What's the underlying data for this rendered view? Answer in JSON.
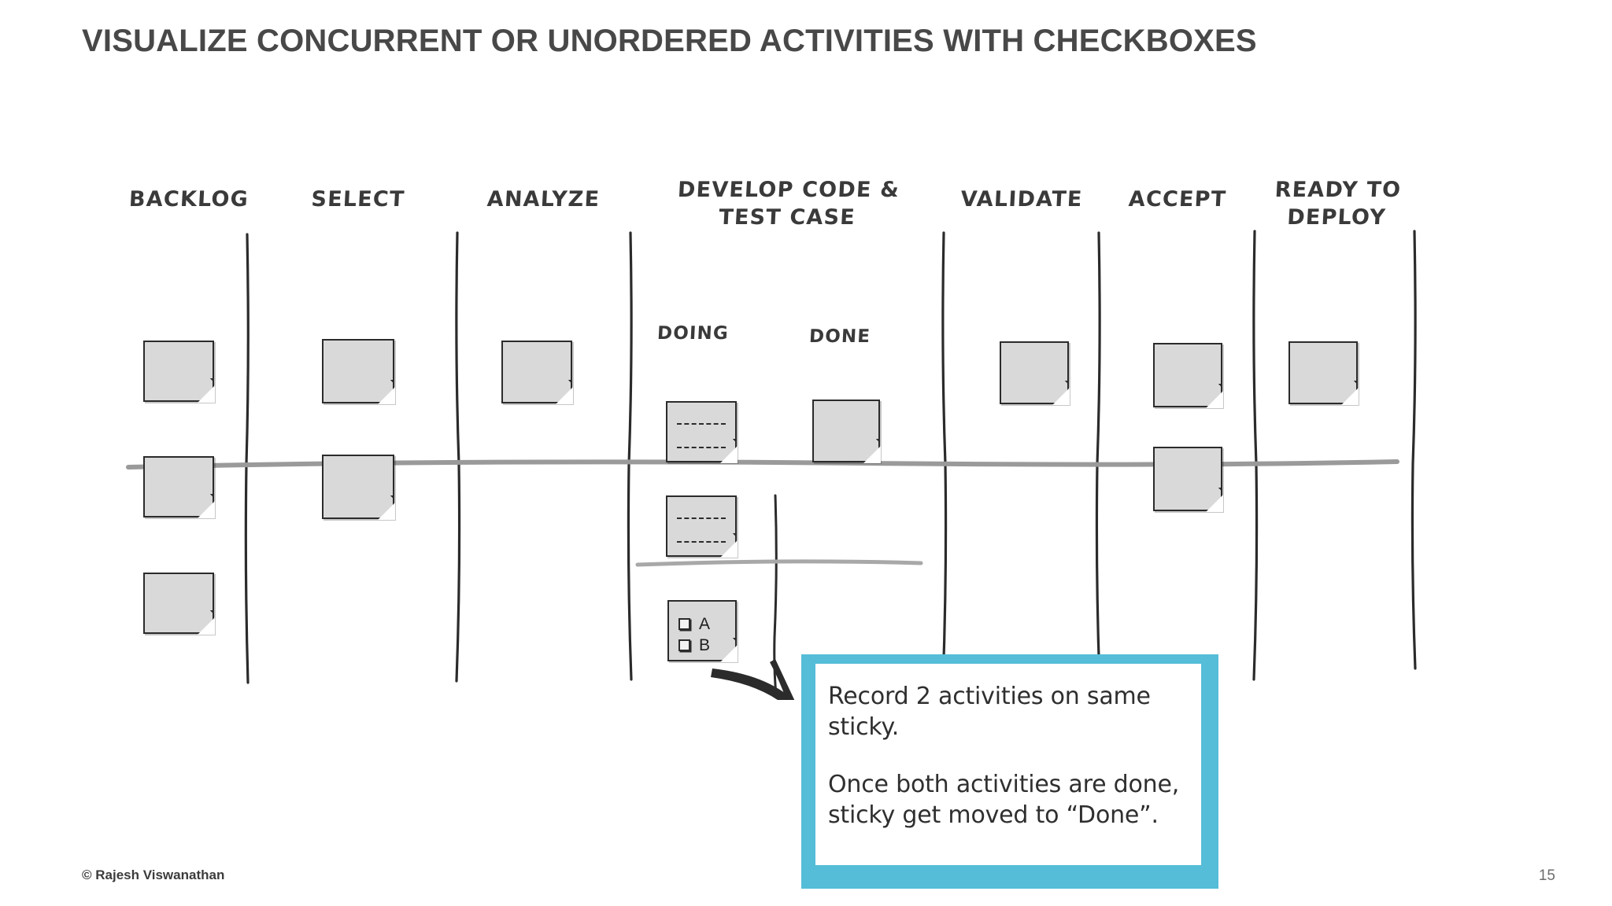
{
  "slide": {
    "title": "Visualize concurrent or unordered activities with checkboxes",
    "page_number": "15",
    "copyright": "© Rajesh Viswanathan",
    "accent_color": "#55bdd8",
    "sticky_color": "#d9d9d9",
    "ink_color": "#2b2b2b"
  },
  "board": {
    "columns": [
      {
        "id": "backlog",
        "label": "BACKLOG",
        "sticky_count": 3
      },
      {
        "id": "select",
        "label": "SELECT",
        "sticky_count": 2
      },
      {
        "id": "analyze",
        "label": "ANALYZE",
        "sticky_count": 1
      },
      {
        "id": "develop",
        "label": "DEVELOP CODE &\nTEST CASE",
        "sticky_count": 4
      },
      {
        "id": "validate",
        "label": "VALIDATE",
        "sticky_count": 1
      },
      {
        "id": "accept",
        "label": "ACCEPT",
        "sticky_count": 2
      },
      {
        "id": "ready",
        "label": "READY TO\nDEPLOY",
        "sticky_count": 1
      }
    ],
    "sub_columns": [
      {
        "id": "doing",
        "label": "DOING"
      },
      {
        "id": "done",
        "label": "DONE"
      }
    ],
    "checkbox_sticky": {
      "items": [
        {
          "label": "A",
          "checked": false
        },
        {
          "label": "B",
          "checked": false
        }
      ]
    }
  },
  "callout": {
    "paragraph_1": "Record 2 activities on same sticky.",
    "paragraph_2": "Once both activities are done, sticky get  moved to “Done”."
  }
}
